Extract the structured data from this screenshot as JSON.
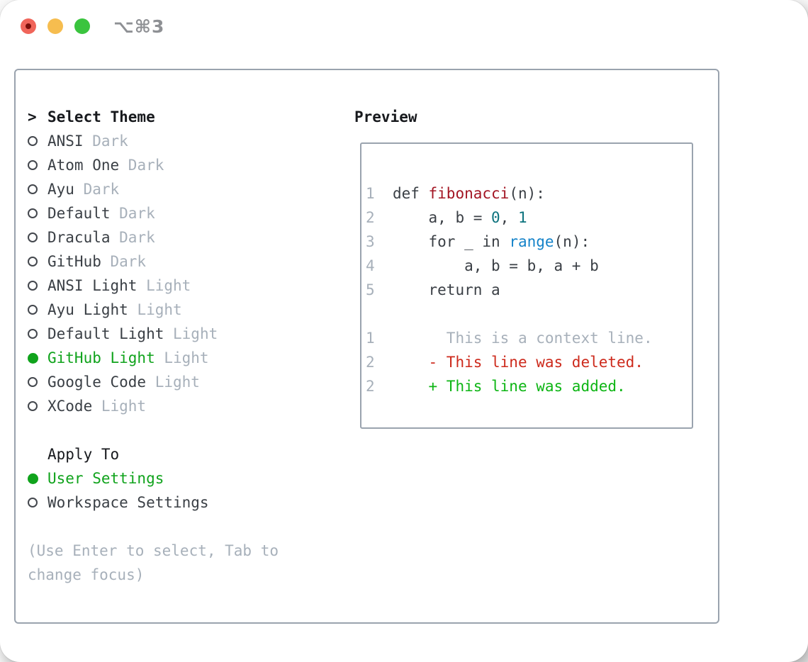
{
  "titlebar": {
    "shortcut": "⌥⌘3",
    "lights": [
      "close",
      "minimize",
      "zoom"
    ]
  },
  "themes": {
    "prompt": ">",
    "header": "Select Theme",
    "items": [
      {
        "name": "ANSI",
        "variant": "Dark",
        "selected": false
      },
      {
        "name": "Atom One",
        "variant": "Dark",
        "selected": false
      },
      {
        "name": "Ayu",
        "variant": "Dark",
        "selected": false
      },
      {
        "name": "Default",
        "variant": "Dark",
        "selected": false
      },
      {
        "name": "Dracula",
        "variant": "Dark",
        "selected": false
      },
      {
        "name": "GitHub",
        "variant": "Dark",
        "selected": false
      },
      {
        "name": "ANSI Light",
        "variant": "Light",
        "selected": false
      },
      {
        "name": "Ayu Light",
        "variant": "Light",
        "selected": false
      },
      {
        "name": "Default Light",
        "variant": "Light",
        "selected": false
      },
      {
        "name": "GitHub Light",
        "variant": "Light",
        "selected": true
      },
      {
        "name": "Google Code",
        "variant": "Light",
        "selected": false
      },
      {
        "name": "XCode",
        "variant": "Light",
        "selected": false
      }
    ]
  },
  "apply_to": {
    "header": "Apply To",
    "items": [
      {
        "label": "User Settings",
        "selected": true
      },
      {
        "label": "Workspace Settings",
        "selected": false
      }
    ]
  },
  "hint_lines": [
    "(Use Enter to select, Tab to",
    "change focus)"
  ],
  "preview": {
    "title": "Preview",
    "lines": [
      {
        "num": "1",
        "segs": [
          [
            "def ",
            "code"
          ],
          [
            "fibonacci",
            "func"
          ],
          [
            "(n):",
            "code"
          ]
        ]
      },
      {
        "num": "2",
        "segs": [
          [
            "    a, b = ",
            "code"
          ],
          [
            "0",
            "lit"
          ],
          [
            ", ",
            "code"
          ],
          [
            "1",
            "lit"
          ]
        ]
      },
      {
        "num": "3",
        "segs": [
          [
            "    for _ in ",
            "code"
          ],
          [
            "range",
            "builtin"
          ],
          [
            "(n):",
            "code"
          ]
        ]
      },
      {
        "num": "4",
        "segs": [
          [
            "        a, b = b, a + b",
            "code"
          ]
        ]
      },
      {
        "num": "5",
        "segs": [
          [
            "    return a",
            "code"
          ]
        ]
      },
      {
        "num": "",
        "segs": []
      },
      {
        "num": "1",
        "segs": [
          [
            "      This is a context line.",
            "context"
          ]
        ]
      },
      {
        "num": "2",
        "segs": [
          [
            "    - This line was deleted.",
            "deleted"
          ]
        ]
      },
      {
        "num": "2",
        "segs": [
          [
            "    + This line was added.",
            "added"
          ]
        ]
      }
    ]
  },
  "colors": {
    "text": "#3a3f45",
    "heading": "#17191d",
    "muted": "#a7b0ba",
    "border": "#9aa3ae",
    "green": "#10a31c",
    "green-bright": "#0db514",
    "red-deleted": "#cd2a1c",
    "red-function": "#a31523",
    "blue-builtin": "#1583c9",
    "teal-literal": "#0d737e",
    "title-gray": "#8e9094",
    "light-red": "#f0655a",
    "light-red-dot": "#7b0f0a",
    "light-yellow": "#f6bd4f",
    "light-green": "#3ac43e",
    "window-bg": "#ffffff"
  }
}
